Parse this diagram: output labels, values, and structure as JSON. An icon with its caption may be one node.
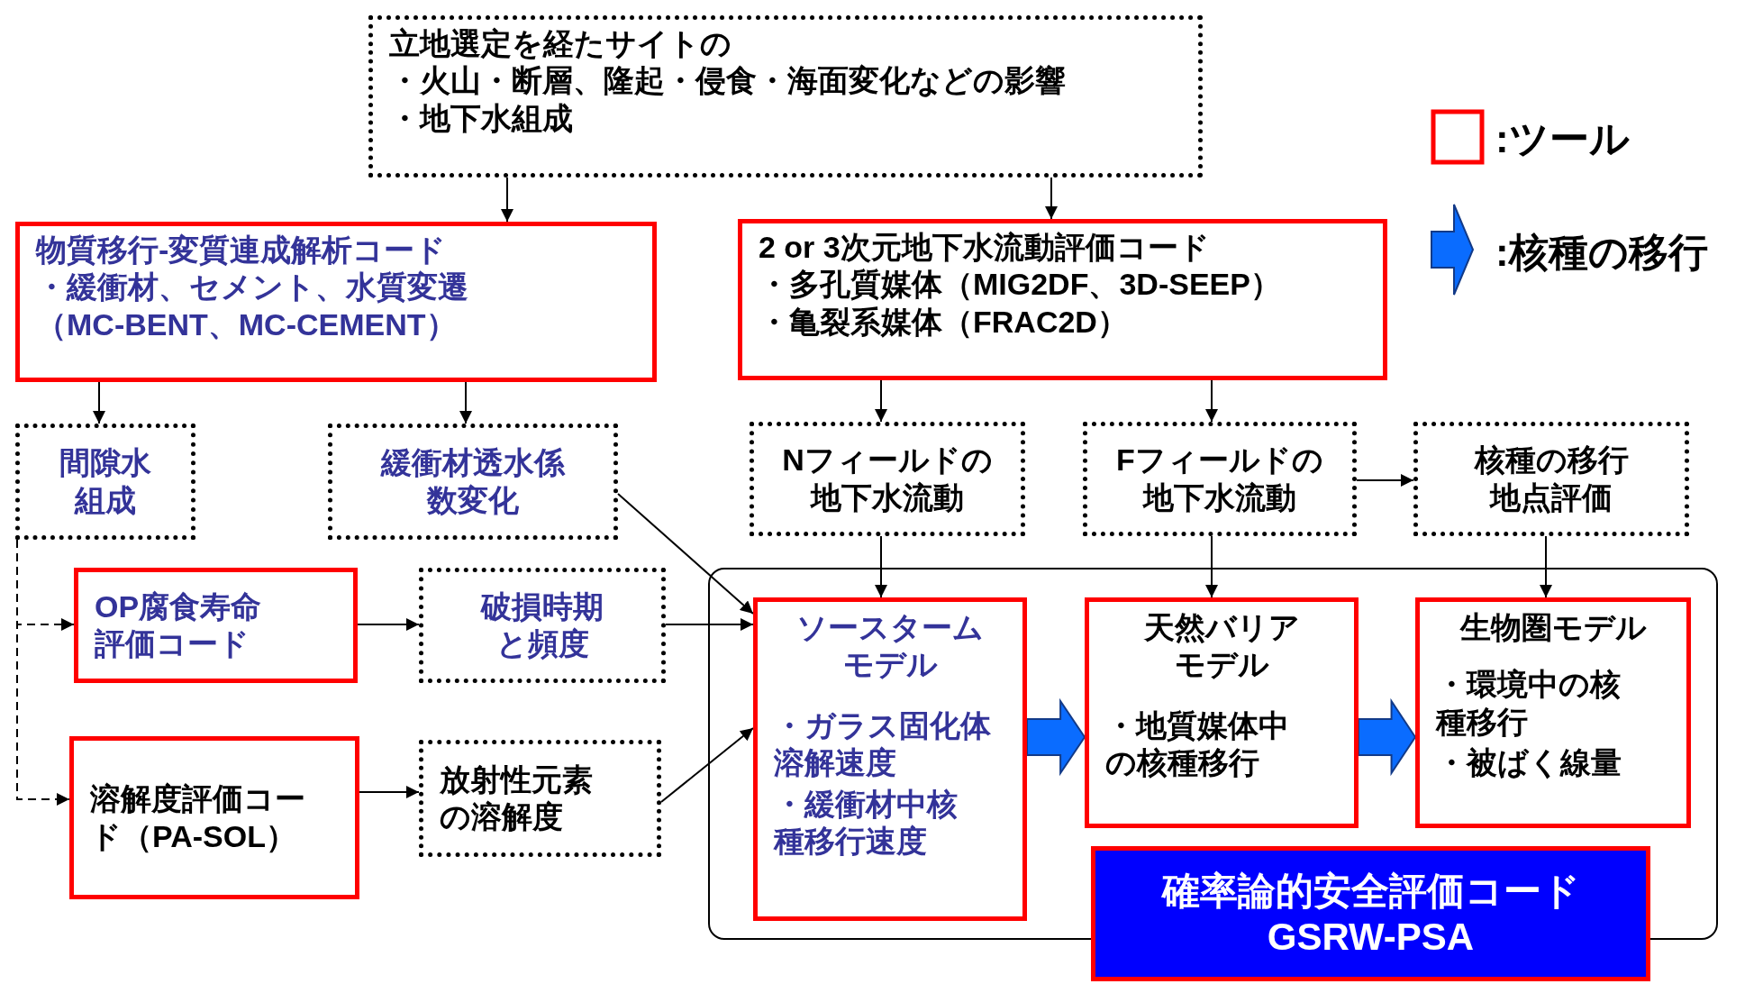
{
  "diagram": {
    "nodes": [
      {
        "text": [
          "立地選定を経たサイトの",
          "・火山・断層、隆起・侵食・海面変化などの影響",
          "・地下水組成"
        ]
      },
      {
        "text": [
          "物質移行-変質連成解析コード",
          "・緩衝材、セメント、水質変遷（MC-BENT、MC-CEMENT）"
        ]
      },
      {
        "text": [
          "2 or 3次元地下水流動評価コード",
          "・多孔質媒体（MIG2DF、3D-SEEP）",
          "・亀裂系媒体（FRAC2D）"
        ]
      },
      {
        "text": [
          "間隙水組成"
        ]
      },
      {
        "text": [
          "緩衝材透水係数変化"
        ]
      },
      {
        "text": [
          "OP腐食寿命評価コード"
        ]
      },
      {
        "text": [
          "破損時期と頻度"
        ]
      },
      {
        "text": [
          "溶解度評価コード（PA-SOL）"
        ]
      },
      {
        "text": [
          "放射性元素の溶解度"
        ]
      },
      {
        "text": [
          "Nフィールドの地下水流動"
        ]
      },
      {
        "text": [
          "Fフィールドの地下水流動"
        ]
      },
      {
        "text": [
          "核種の移行地点評価"
        ]
      },
      {
        "text": [],
        "shape": "box"
      },
      {
        "text": [
          "ソースタームモデル",
          "・ガラス固化体溶解速度",
          "・緩衝材中核種移行速度"
        ],
        "in": 12
      },
      {
        "text": [
          "天然バリアモデル",
          "・地質媒体中の核種移行"
        ],
        "in": 12
      },
      {
        "text": [
          "生物圏モデル",
          "・環境中の核種移行",
          "・被ばく線量"
        ],
        "in": 12
      },
      {
        "text": [
          "確率論的安全評価コード",
          "GSRW-PSA"
        ]
      }
    ],
    "edges": [
      {
        "from": 0,
        "to": 1,
        "arrow": "to"
      },
      {
        "from": 0,
        "to": 2,
        "arrow": "to"
      },
      {
        "from": 1,
        "to": 3,
        "arrow": "to"
      },
      {
        "from": 1,
        "to": 4,
        "arrow": "to"
      },
      {
        "from": 2,
        "to": 9,
        "arrow": "to"
      },
      {
        "from": 2,
        "to": 10,
        "arrow": "to"
      },
      {
        "from": 10,
        "to": 11,
        "arrow": "to"
      },
      {
        "from": 9,
        "to": 13,
        "arrow": "to"
      },
      {
        "from": 10,
        "to": 14,
        "arrow": "to"
      },
      {
        "from": 11,
        "to": 15,
        "arrow": "to"
      },
      {
        "from": 4,
        "to": 13,
        "arrow": "to"
      },
      {
        "from": 6,
        "to": 13,
        "arrow": "to"
      },
      {
        "from": 8,
        "to": 13,
        "arrow": "to"
      },
      {
        "from": 5,
        "to": 6,
        "arrow": "to"
      },
      {
        "from": 7,
        "to": 8,
        "arrow": "to"
      },
      {
        "from": 3,
        "to": 5,
        "arrow": "to",
        "style": "dashed"
      },
      {
        "from": 3,
        "to": 7,
        "arrow": "to",
        "style": "dashed"
      },
      {
        "from": 13,
        "to": 14,
        "arrow": "to",
        "style": "thick",
        "color": "#0a6cff"
      },
      {
        "from": 14,
        "to": 15,
        "arrow": "to",
        "style": "thick",
        "color": "#0a6cff"
      }
    ],
    "legend": [
      {
        "text": ":ツール"
      },
      {
        "text": ":核種の移行"
      }
    ]
  }
}
